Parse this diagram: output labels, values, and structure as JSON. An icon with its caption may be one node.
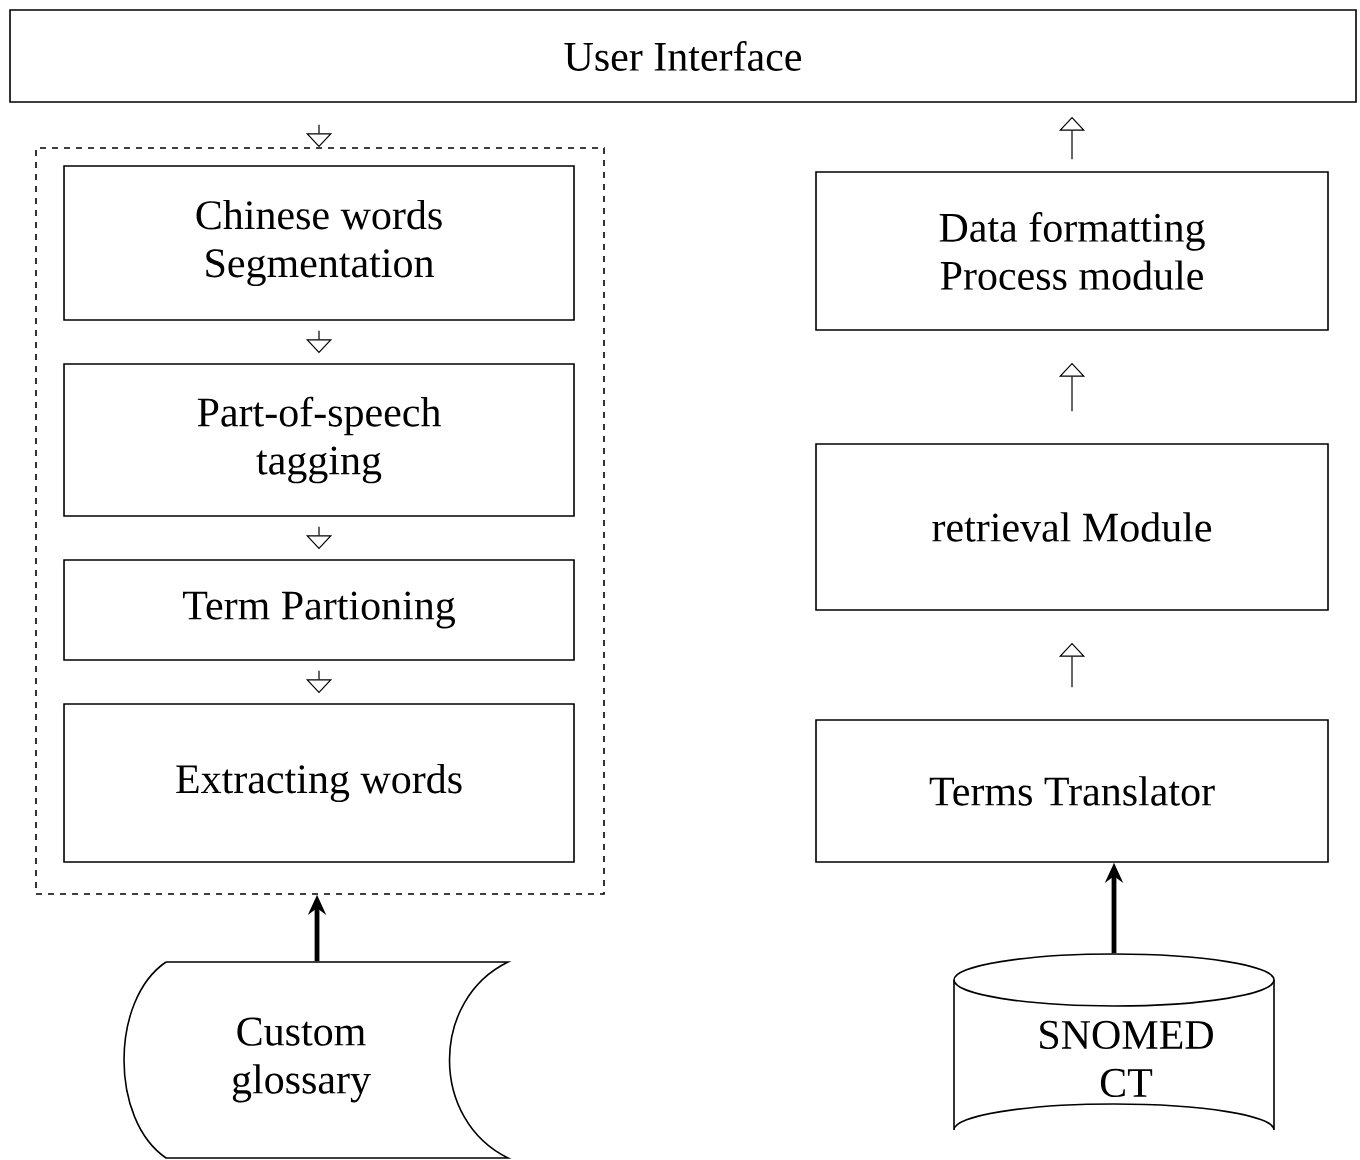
{
  "diagram": {
    "nodes": [
      {
        "text": [
          "User Interface"
        ]
      },
      {
        "text": [],
        "shape": "box"
      },
      {
        "text": [
          "Chinese words Segmentation"
        ],
        "in": 1
      },
      {
        "text": [
          "Part-of-speech tagging"
        ],
        "in": 1
      },
      {
        "text": [
          "Term Partioning"
        ],
        "in": 1
      },
      {
        "text": [
          "Extracting words"
        ],
        "in": 1
      },
      {
        "text": [
          "Custom glossary"
        ]
      },
      {
        "text": [
          "Data formatting Process module"
        ]
      },
      {
        "text": [
          "retrieval Module"
        ]
      },
      {
        "text": [
          "Terms Translator"
        ]
      },
      {
        "text": [
          "SNOMED CT"
        ]
      }
    ],
    "edges": [
      {
        "from": 0,
        "to": 2,
        "arrow": "to"
      },
      {
        "from": 2,
        "to": 3,
        "arrow": "to"
      },
      {
        "from": 3,
        "to": 4,
        "arrow": "to"
      },
      {
        "from": 4,
        "to": 5,
        "arrow": "to"
      },
      {
        "from": 6,
        "to": 1,
        "arrow": "to",
        "style": "thick"
      },
      {
        "from": 10,
        "to": 9,
        "arrow": "to",
        "style": "thick"
      },
      {
        "from": 9,
        "to": 8,
        "arrow": "to"
      },
      {
        "from": 8,
        "to": 7,
        "arrow": "to"
      },
      {
        "from": 7,
        "to": 0,
        "arrow": "to"
      }
    ]
  }
}
